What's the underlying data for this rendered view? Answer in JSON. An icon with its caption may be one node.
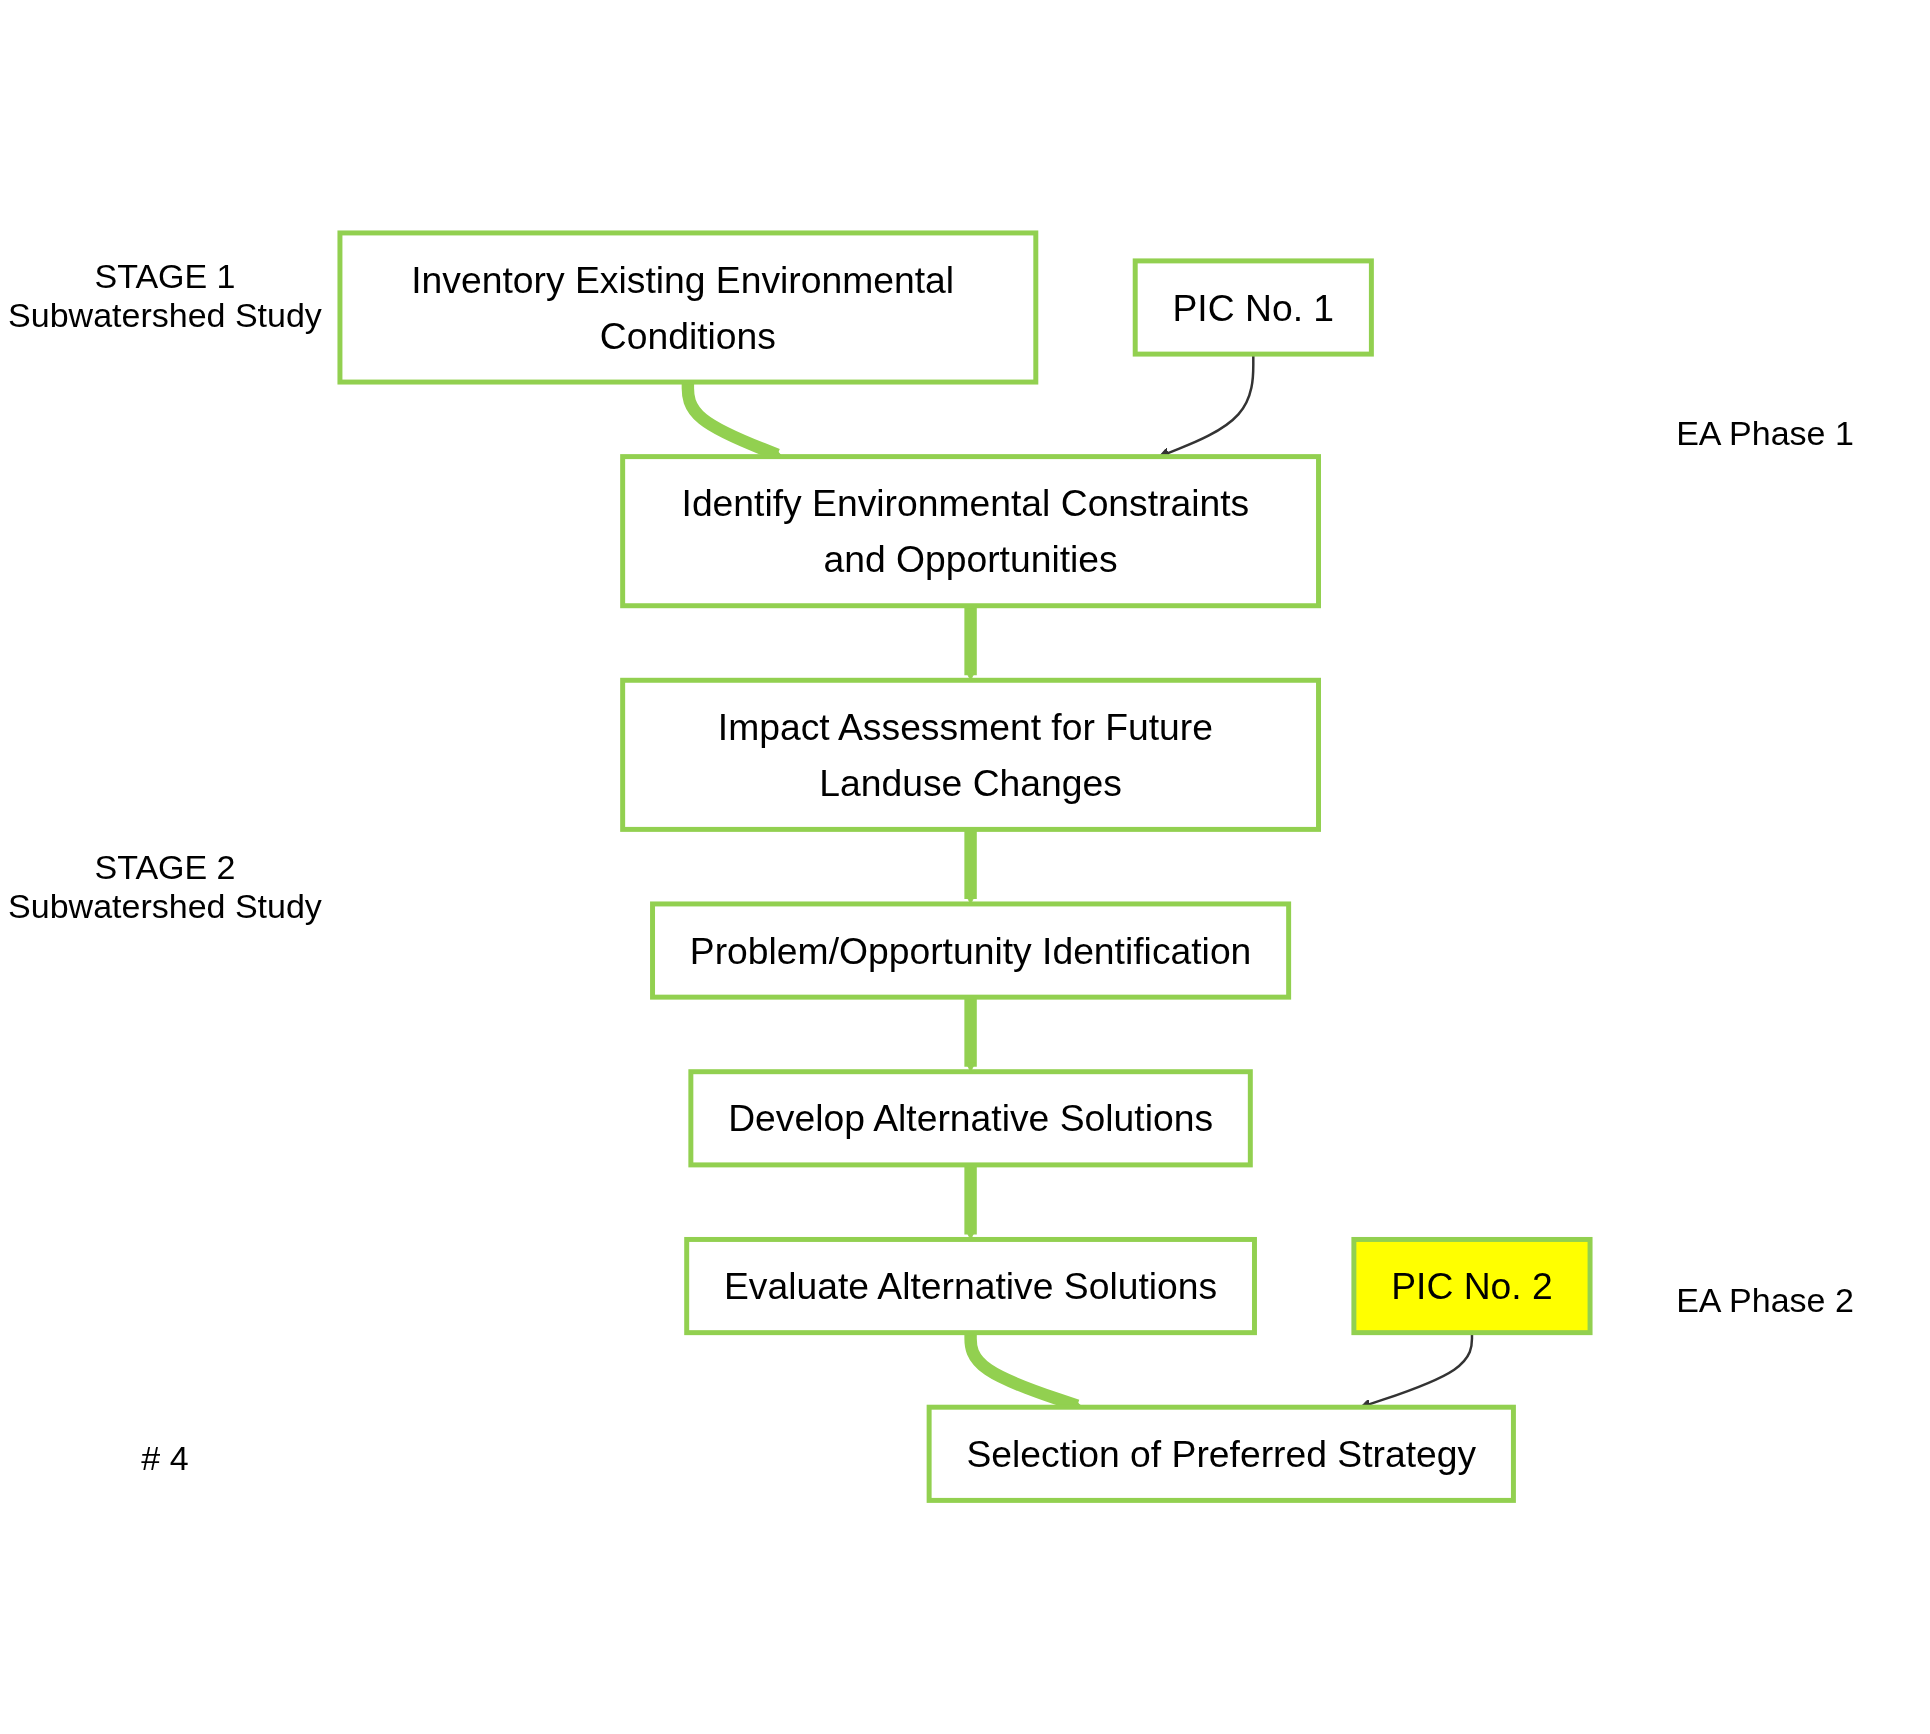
{
  "diagram": {
    "nodes": [
      {
        "text": [
          "Inventory Existing Environmental Conditions"
        ]
      },
      {
        "text": [
          "Identify Environmental Constraints and Opportunities"
        ]
      },
      {
        "text": [
          "Impact Assessment for Future Landuse Changes"
        ]
      },
      {
        "text": [
          "Problem/Opportunity Identification"
        ]
      },
      {
        "text": [
          "Develop Alternative Solutions"
        ]
      },
      {
        "text": [
          "Evaluate Alternative Solutions"
        ]
      },
      {
        "text": [
          "Selection of Preferred Strategy"
        ]
      },
      {
        "text": [
          "PIC No. 1"
        ]
      },
      {
        "text": [
          "PIC No. 2"
        ]
      }
    ],
    "edges": [
      {
        "from": 0,
        "to": 1,
        "arrow": "to"
      },
      {
        "from": 1,
        "to": 2,
        "arrow": "to"
      },
      {
        "from": 2,
        "to": 3,
        "arrow": "to"
      },
      {
        "from": 3,
        "to": 4,
        "arrow": "to"
      },
      {
        "from": 4,
        "to": 5,
        "arrow": "to"
      },
      {
        "from": 5,
        "to": 6,
        "arrow": "to"
      },
      {
        "from": 7,
        "to": 1,
        "arrow": "to",
        "color": "#333333"
      },
      {
        "from": 8,
        "to": 6,
        "arrow": "to",
        "color": "#333333"
      }
    ],
    "labels": [
      "STAGE 1 Subwatershed Study",
      "EA Phase 1",
      "STAGE 2 Subwatershed Study",
      "EA Phase 2",
      "# 4"
    ]
  }
}
